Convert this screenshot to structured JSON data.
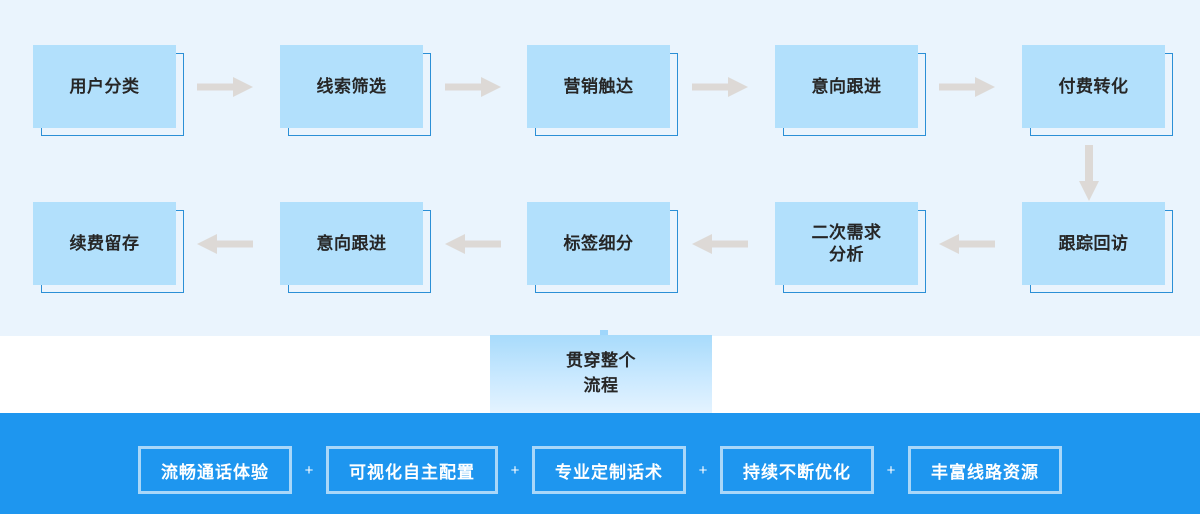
{
  "theme": {
    "page_bg": "#ffffff",
    "flow_bg": "#eaf4fd",
    "node_fill": "#b2e0fc",
    "node_outline": "#2b8fd6",
    "node_text": "#262626",
    "arrow": "#ddd9d6",
    "bar_bg": "#1e96ef",
    "pill_border": "#ffffff",
    "pill_text": "#ffffff",
    "callout_gradient_top": "#a8dbfb",
    "callout_gradient_bottom": "#e4f3ff"
  },
  "flow": {
    "row1": [
      {
        "label": "用户分类"
      },
      {
        "label": "线索筛选"
      },
      {
        "label": "营销触达"
      },
      {
        "label": "意向跟进"
      },
      {
        "label": "付费转化"
      }
    ],
    "row2": [
      {
        "label": "续费留存"
      },
      {
        "label": "意向跟进"
      },
      {
        "label": "标签细分"
      },
      {
        "label": "二次需求\n分析"
      },
      {
        "label": "跟踪回访"
      }
    ],
    "arrows_row1": [
      {
        "direction": "right"
      },
      {
        "direction": "right"
      },
      {
        "direction": "right"
      },
      {
        "direction": "right"
      }
    ],
    "arrows_row2": [
      {
        "direction": "left"
      },
      {
        "direction": "left"
      },
      {
        "direction": "left"
      },
      {
        "direction": "left"
      }
    ],
    "arrow_down": {
      "direction": "down"
    }
  },
  "callout": {
    "label": "贯穿整个\n流程"
  },
  "bottom_bar": {
    "separator": "+",
    "pills": [
      {
        "label": "流畅通话体验"
      },
      {
        "label": "可视化自主配置"
      },
      {
        "label": "专业定制话术"
      },
      {
        "label": "持续不断优化"
      },
      {
        "label": "丰富线路资源"
      }
    ]
  }
}
